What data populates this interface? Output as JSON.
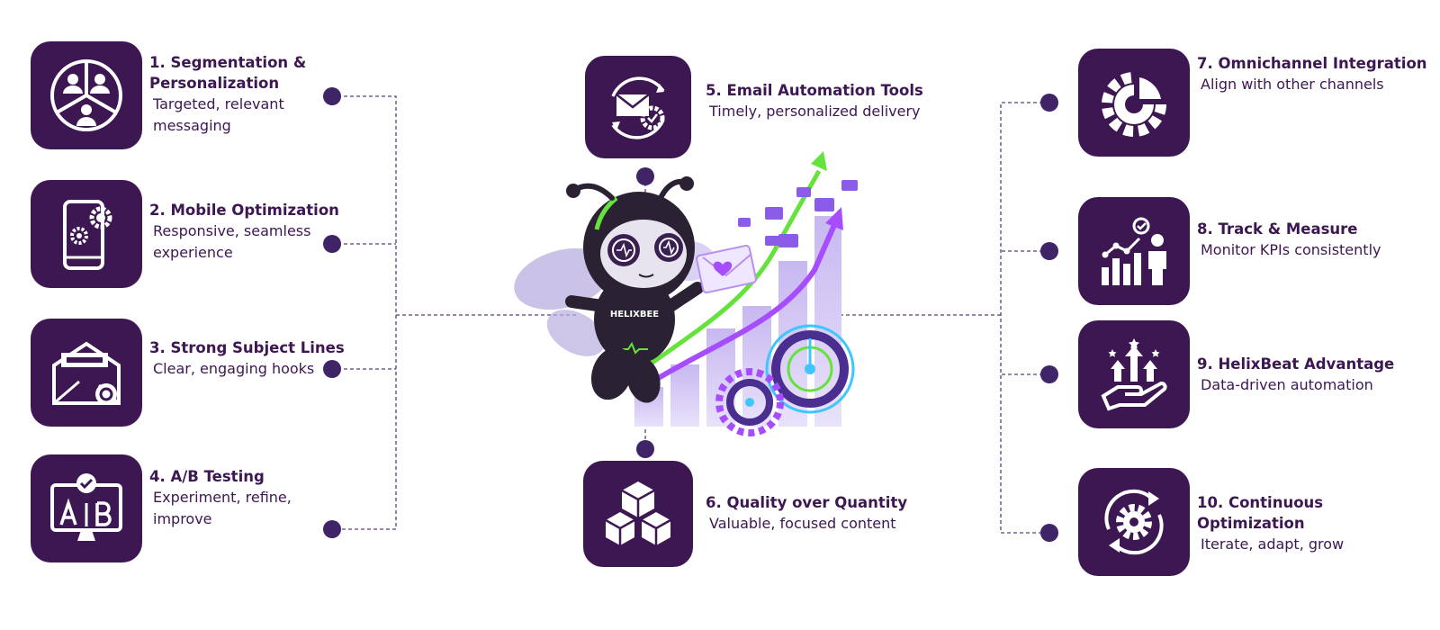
{
  "colors": {
    "icon_bg": "#3d1752",
    "dot": "#3f2468",
    "connector": "#5a3f80",
    "text": "#3d1752",
    "accent_green": "#66e23c",
    "accent_purple": "#a64dff"
  },
  "mascot": {
    "shirt_text": "HELIXBEE"
  },
  "icons": {
    "item1": "segmentation-people-icon",
    "item2": "mobile-gears-icon",
    "item3": "subject-envelope-icon",
    "item4": "ab-test-monitor-icon",
    "item5": "email-automation-icon",
    "item6": "cubes-icon",
    "item7": "gear-integration-icon",
    "item8": "analytics-person-icon",
    "item9": "hand-growth-arrows-icon",
    "item10": "cycle-gear-icon"
  },
  "items": [
    {
      "title": "1. Segmentation & Personalization",
      "desc": "Targeted, relevant messaging"
    },
    {
      "title": "2. Mobile Optimization",
      "desc": "Responsive, seamless experience"
    },
    {
      "title": "3. Strong Subject Lines",
      "desc": "Clear, engaging hooks"
    },
    {
      "title": "4. A/B Testing",
      "desc": "Experiment, refine, improve"
    },
    {
      "title": "5. Email Automation Tools",
      "desc": "Timely, personalized delivery"
    },
    {
      "title": "6. Quality over Quantity",
      "desc": "Valuable, focused content"
    },
    {
      "title": "7. Omnichannel Integration",
      "desc": "Align with other channels"
    },
    {
      "title": "8. Track & Measure",
      "desc": "Monitor KPIs consistently"
    },
    {
      "title": "9. HelixBeat Advantage",
      "desc": "Data-driven automation"
    },
    {
      "title": "10. Continuous Optimization",
      "desc": "Iterate, adapt, grow"
    }
  ]
}
